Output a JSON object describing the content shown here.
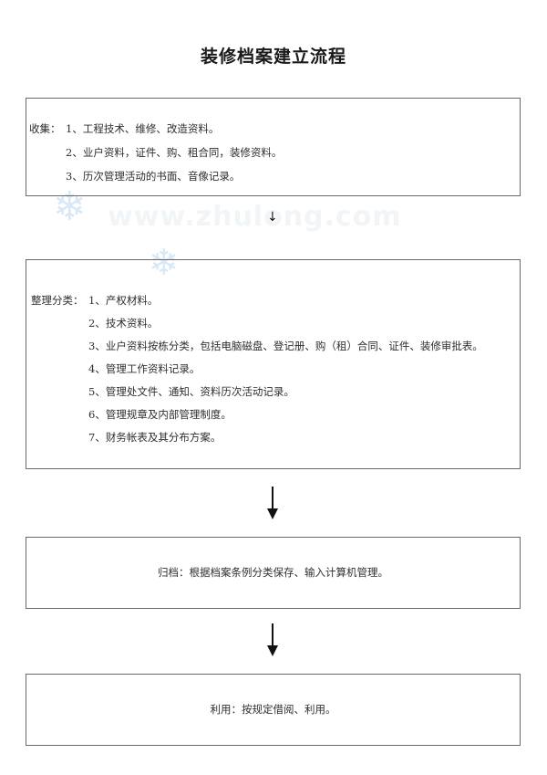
{
  "document": {
    "title": "装修档案建立流程"
  },
  "watermark": {
    "text": "www.zhulong.com",
    "logo_icon": "snowflake-icon",
    "logo_glyph": "❄"
  },
  "flow": {
    "steps": [
      {
        "id": "collect",
        "label": "收集：",
        "items": [
          "1、工程技术、维修、改造资料。",
          "2、业户资料，证件、购、租合同，装修资料。",
          "3、历次管理活动的书面、音像记录。"
        ]
      },
      {
        "id": "organize",
        "label": "整理分类：",
        "items": [
          "1、产权材料。",
          "2、技术资料。",
          "3、业户资料按栋分类，包括电脑磁盘、登记册、购（租）合同、证件、装修审批表。",
          "4、管理工作资料记录。",
          "5、管理处文件、通知、资料历次活动记录。",
          "6、管理规章及内部管理制度。",
          "7、财务帐表及其分布方案。"
        ]
      },
      {
        "id": "archive",
        "text": "归档：根据档案条例分类保存、输入计算机管理。"
      },
      {
        "id": "use",
        "text": "利用：按规定借阅、利用。"
      }
    ],
    "connectors": [
      {
        "from": "collect",
        "to": "organize",
        "glyph": "↓",
        "icon": "arrow-down-icon"
      },
      {
        "from": "organize",
        "to": "archive",
        "icon": "arrow-down-icon"
      },
      {
        "from": "archive",
        "to": "use",
        "icon": "arrow-down-icon"
      }
    ]
  }
}
